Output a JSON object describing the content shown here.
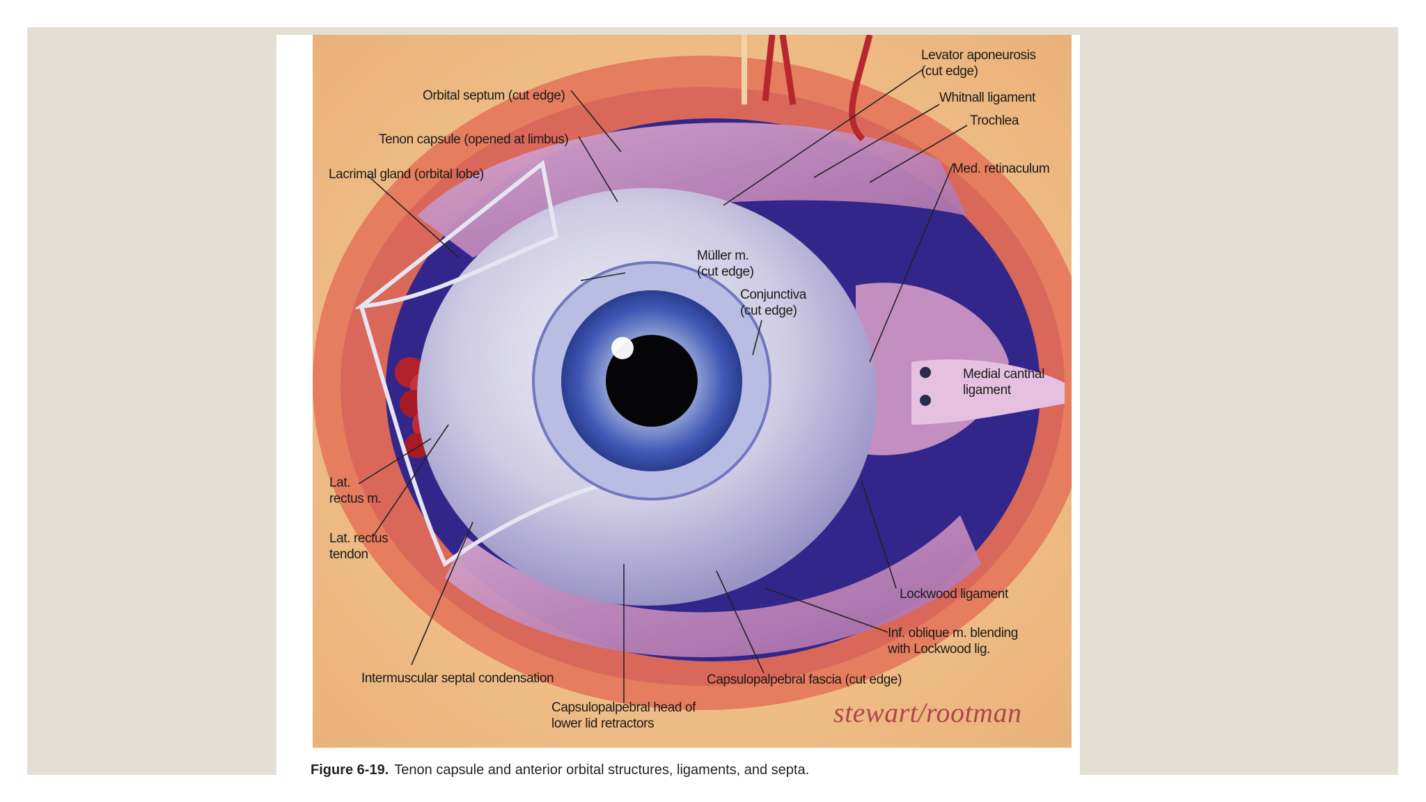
{
  "figure": {
    "number": "Figure 6-19.",
    "caption": "Tenon capsule and anterior orbital structures, ligaments, and septa.",
    "signature": "stewart/rootman"
  },
  "labels": {
    "levator_aponeurosis": "Levator aponeurosis\n(cut edge)",
    "orbital_septum": "Orbital septum (cut edge)",
    "whitnall_ligament": "Whitnall ligament",
    "trochlea": "Trochlea",
    "tenon_capsule": "Tenon capsule (opened at limbus)",
    "med_retinaculum": "Med. retinaculum",
    "lacrimal_gland": "Lacrimal gland (orbital lobe)",
    "muller_m": "Müller m.\n(cut edge)",
    "conjunctiva": "Conjunctiva\n(cut edge)",
    "medial_canthal_ligament": "Medial canthal\nligament",
    "lat_rectus_m": "Lat.\nrectus m.",
    "lat_rectus_tendon": "Lat. rectus\ntendon",
    "lockwood_ligament": "Lockwood ligament",
    "inf_oblique": "Inf. oblique m. blending\nwith Lockwood lig.",
    "intermuscular_septal": "Intermuscular septal condensation",
    "capsulopalpebral_fascia": "Capsulopalpebral fascia (cut edge)",
    "capsulopalpebral_head": "Capsulopalpebral head of\nlower lid retractors"
  }
}
